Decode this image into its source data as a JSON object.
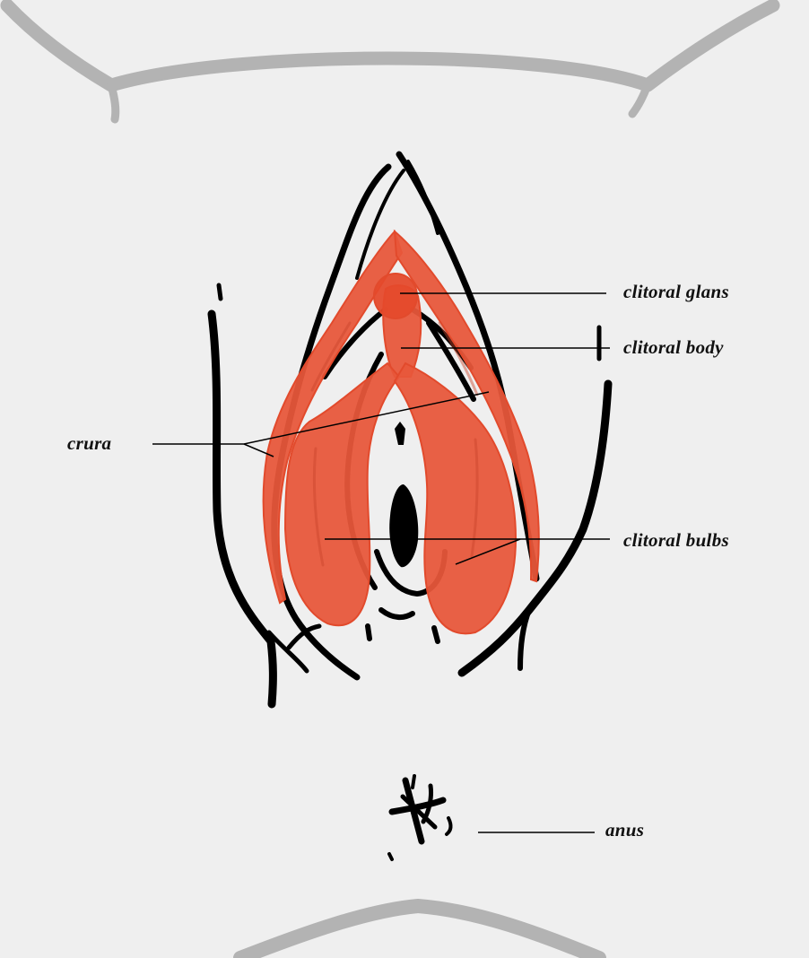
{
  "diagram": {
    "labels": {
      "glans": "clitoral glans",
      "body": "clitoral body",
      "crura": "crura",
      "bulbs": "clitoral bulbs",
      "anus": "anus"
    },
    "colors": {
      "background": "#efefef",
      "tissue": "#e8573a",
      "tissue_edge": "#e24a2c",
      "outline": "#000000",
      "thigh_contour": "#b3b3b3",
      "leader_line": "#000000"
    }
  }
}
